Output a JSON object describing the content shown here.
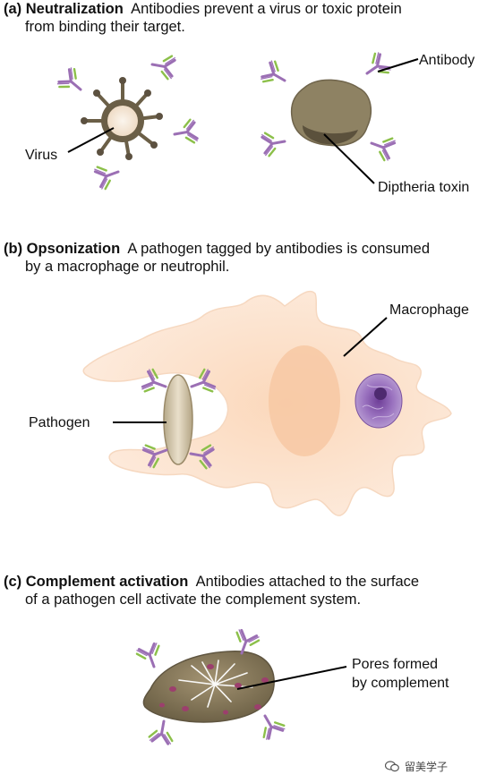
{
  "section_a": {
    "tag": "(a) Neutralization",
    "line1": "Antibodies prevent a virus or toxic protein",
    "line2": "from binding their target.",
    "labels": {
      "virus": "Virus",
      "antibody": "Antibody",
      "toxin": "Diptheria toxin"
    }
  },
  "section_b": {
    "tag": "(b) Opsonization",
    "line1": "A pathogen tagged by antibodies is consumed",
    "line2": "by a macrophage or neutrophil.",
    "labels": {
      "macrophage": "Macrophage",
      "pathogen": "Pathogen"
    }
  },
  "section_c": {
    "tag": "(c) Complement activation",
    "line1": "Antibodies attached to the surface",
    "line2": "of a pathogen cell activate the complement system.",
    "labels": {
      "pores_line1": "Pores formed",
      "pores_line2": "by complement"
    }
  },
  "watermark": "留美学子",
  "colors": {
    "antibody_heavy": "#9b6fb4",
    "antibody_light": "#8cc04a",
    "virus_body": "#6b5f47",
    "virus_core": "#f6ecdf",
    "toxin": "#8e8263",
    "macrophage": "#fde6d2",
    "nucleus": "#8a5fb0",
    "pathogen_cell": "#8c7d5c"
  }
}
